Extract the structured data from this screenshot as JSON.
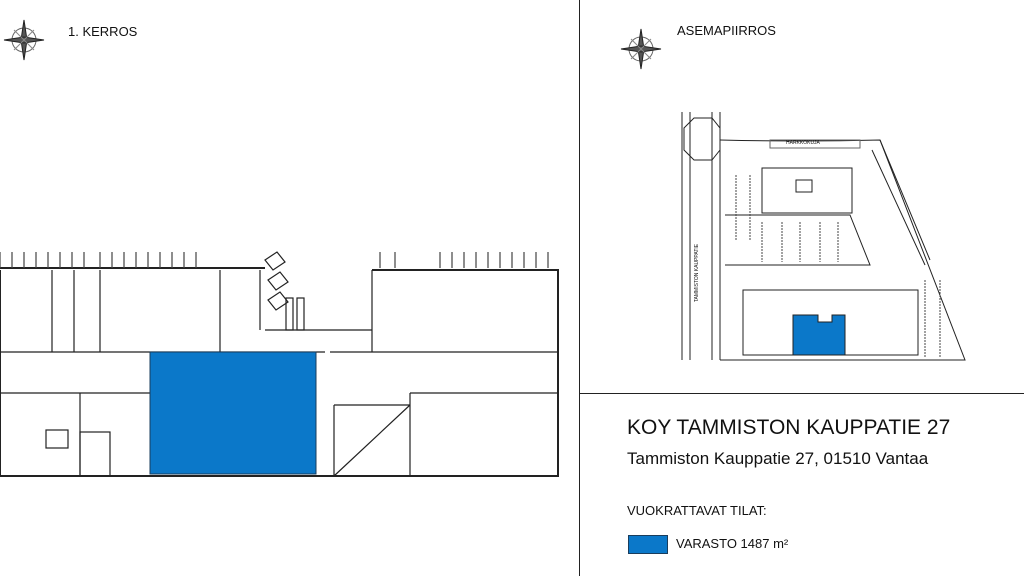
{
  "floor_plan": {
    "title": "1. KERROS",
    "compass_icon": "compass-rose-icon"
  },
  "site_plan": {
    "title": "ASEMAPIIRROS",
    "compass_icon": "compass-rose-icon",
    "street_north": "HARKKOKUJA",
    "street_west": "TAMMISTON KAUPPATIE"
  },
  "info": {
    "property": "KOY TAMMISTON KAUPPATIE 27",
    "address": "Tammiston Kauppatie 27, 01510 Vantaa",
    "legend_heading": "VUOKRATTAVAT TILAT:",
    "legend_items": [
      {
        "label": "VARASTO 1487 m²",
        "color": "#0b78c9"
      }
    ]
  },
  "colors": {
    "highlight": "#0b78c9",
    "line": "#222222"
  }
}
